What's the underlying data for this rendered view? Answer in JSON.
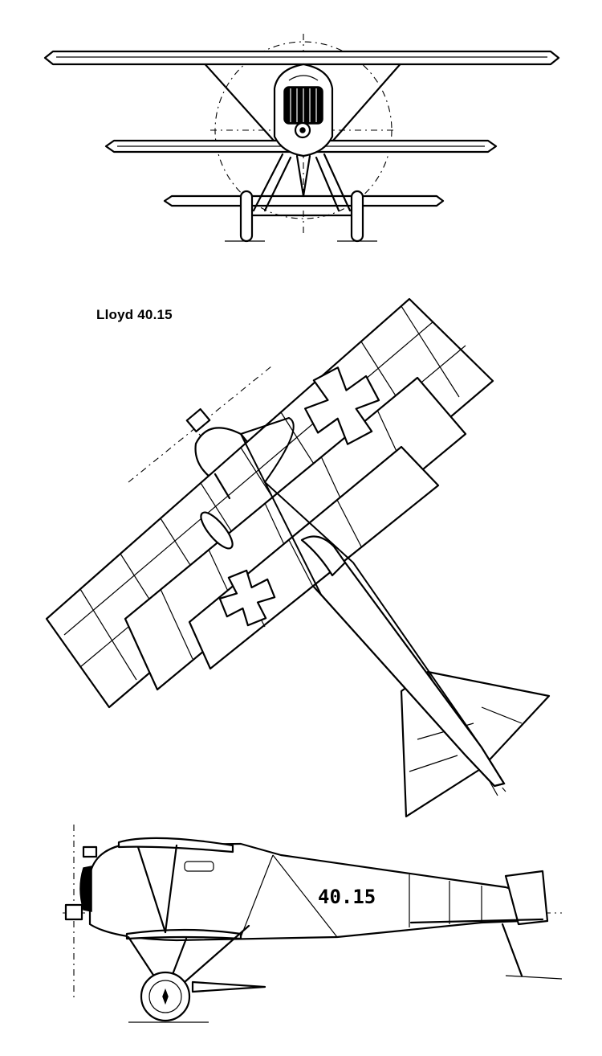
{
  "drawing": {
    "title": "Lloyd 40.15",
    "registration": "40.15"
  },
  "views": [
    {
      "id": "front",
      "icon": "front-view"
    },
    {
      "id": "top",
      "icon": "plan-view"
    },
    {
      "id": "side",
      "icon": "side-view"
    }
  ]
}
